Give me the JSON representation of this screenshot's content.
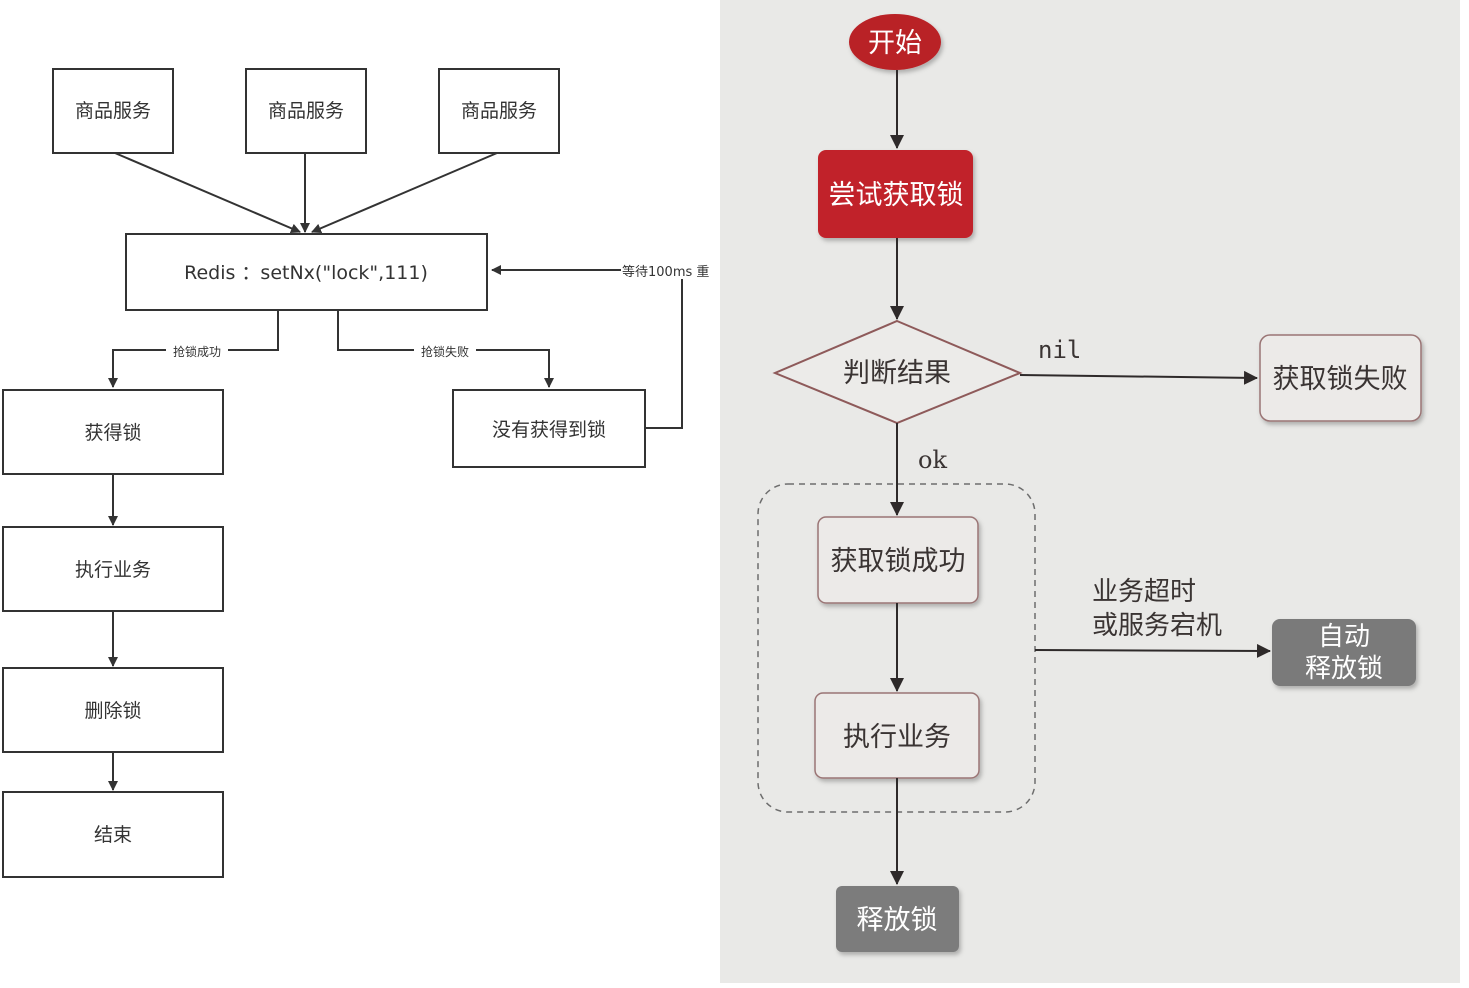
{
  "left_diagram": {
    "services": [
      "商品服务",
      "商品服务",
      "商品服务"
    ],
    "redis": "Redis ：setNx(\"lock\",111)",
    "retry_label": "等待100ms 重",
    "success_label": "抢锁成功",
    "fail_label": "抢锁失败",
    "got_lock": "获得锁",
    "no_lock": "没有获得到锁",
    "execute": "执行业务",
    "delete_lock": "删除锁",
    "end": "结束"
  },
  "right_diagram": {
    "start": "开始",
    "try_lock": "尝试获取锁",
    "judge": "判断结果",
    "nil_label": "nil",
    "fail": "获取锁失败",
    "ok_label": "ok",
    "success": "获取锁成功",
    "execute": "执行业务",
    "timeout_label": [
      "业务超时",
      "或服务宕机"
    ],
    "auto_release": [
      "自动",
      "释放锁"
    ],
    "release": "释放锁"
  },
  "colors": {
    "left_background": "#ffffff",
    "left_stroke": "#333333",
    "right_background": "#e9e9e7",
    "red_node": "#c1242a",
    "gray_node": "#7a7a7a",
    "node_border": "#9a7474"
  }
}
